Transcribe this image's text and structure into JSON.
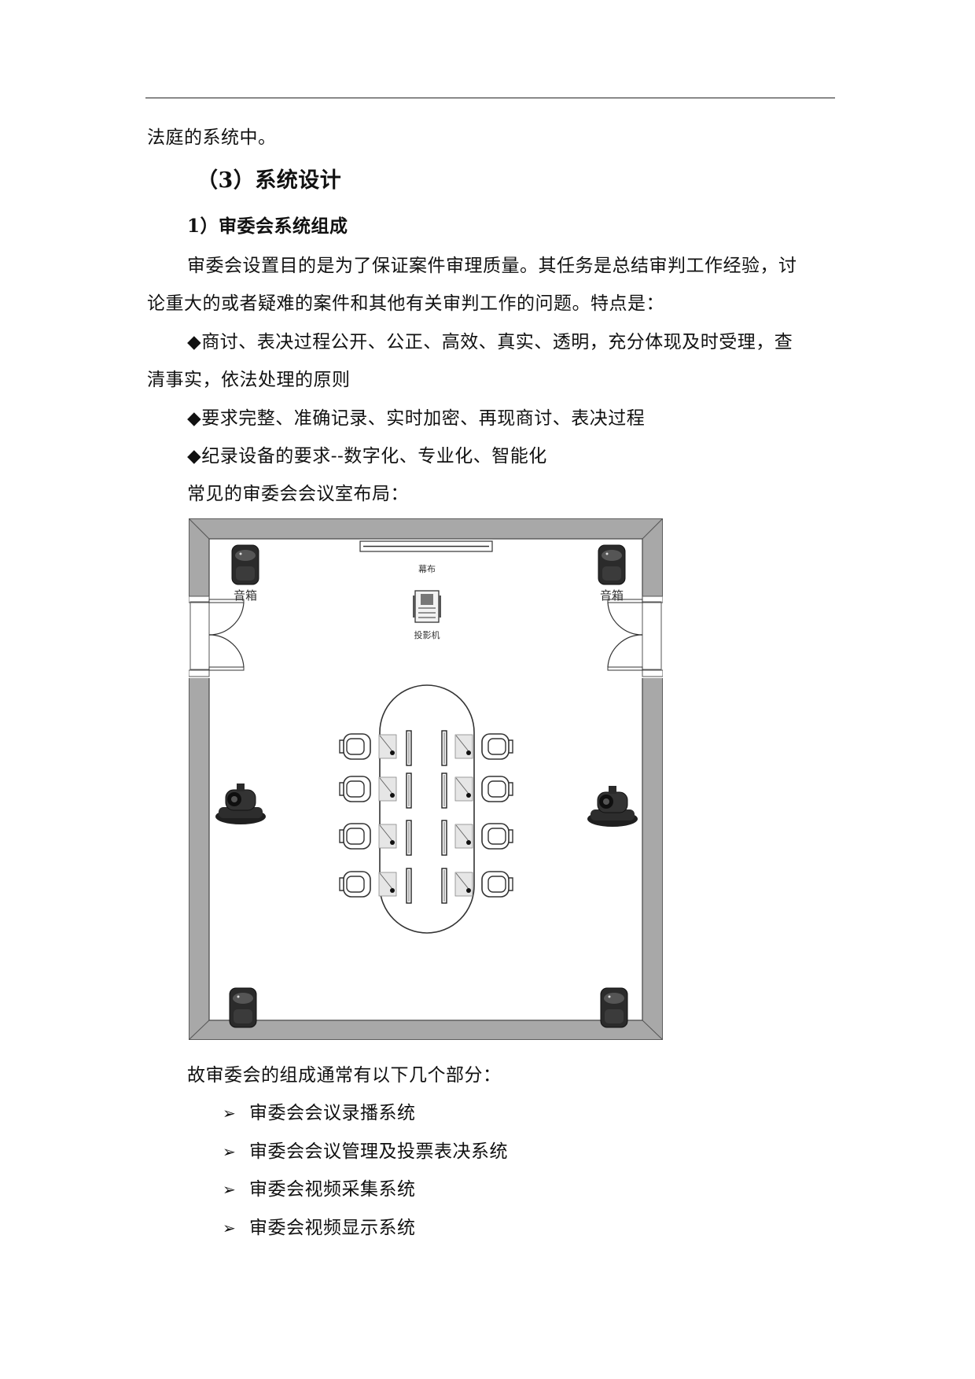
{
  "doc": {
    "intro_line": "法庭的系统中。",
    "section_heading": "（3）系统设计",
    "subheading": "1）审委会系统组成",
    "paragraph_line1": "审委会设置目的是为了保证案件审理质量。其任务是总结审判工作经验，讨",
    "paragraph_line2": "论重大的或者疑难的案件和其他有关审判工作的问题。特点是：",
    "feature1_line1": "◆商讨、表决过程公开、公正、高效、真实、透明，充分体现及时受理，查",
    "feature1_line2": "清事实，依法处理的原则",
    "feature2": "◆要求完整、准确记录、实时加密、再现商讨、表决过程",
    "feature3": "◆纪录设备的要求--数字化、专业化、智能化",
    "layout_caption": "常见的审委会会议室布局：",
    "components_intro": "故审委会的组成通常有以下几个部分：",
    "components": [
      "审委会会议录播系统",
      "审委会会议管理及投票表决系统",
      "审委会视频采集系统",
      "审委会视频显示系统"
    ],
    "bullet_glyph": "➢"
  },
  "figure": {
    "screen_label": "幕布",
    "projector_label": "投影机",
    "speaker_label_left": "音箱",
    "speaker_label_right": "音箱",
    "wall_color": "#a8a8a8"
  }
}
